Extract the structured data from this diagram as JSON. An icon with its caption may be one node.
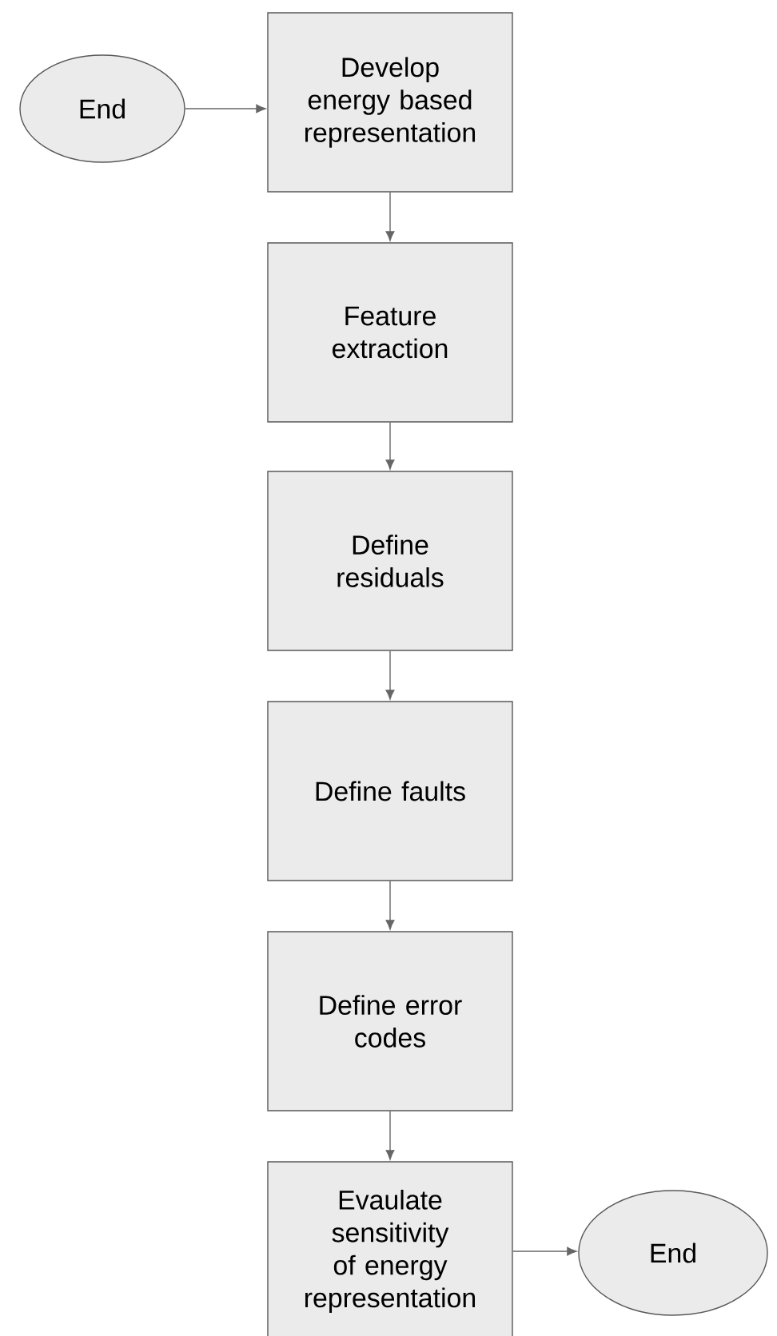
{
  "diagram": {
    "nodes": [
      {
        "text": [
          "End"
        ]
      },
      {
        "text": [
          "Develop energy based representation"
        ]
      },
      {
        "text": [
          "Feature extraction"
        ]
      },
      {
        "text": [
          "Define residuals"
        ]
      },
      {
        "text": [
          "Define faults"
        ]
      },
      {
        "text": [
          "Define error codes"
        ]
      },
      {
        "text": [
          "Evaulate sensitivity of energy representation"
        ]
      },
      {
        "text": [
          "End"
        ]
      }
    ],
    "edges": [
      {
        "from": 0,
        "to": 1,
        "arrow": "to"
      },
      {
        "from": 1,
        "to": 2,
        "arrow": "to"
      },
      {
        "from": 2,
        "to": 3,
        "arrow": "to"
      },
      {
        "from": 3,
        "to": 4,
        "arrow": "to"
      },
      {
        "from": 4,
        "to": 5,
        "arrow": "to"
      },
      {
        "from": 5,
        "to": 6,
        "arrow": "to"
      },
      {
        "from": 6,
        "to": 7,
        "arrow": "to"
      }
    ]
  }
}
